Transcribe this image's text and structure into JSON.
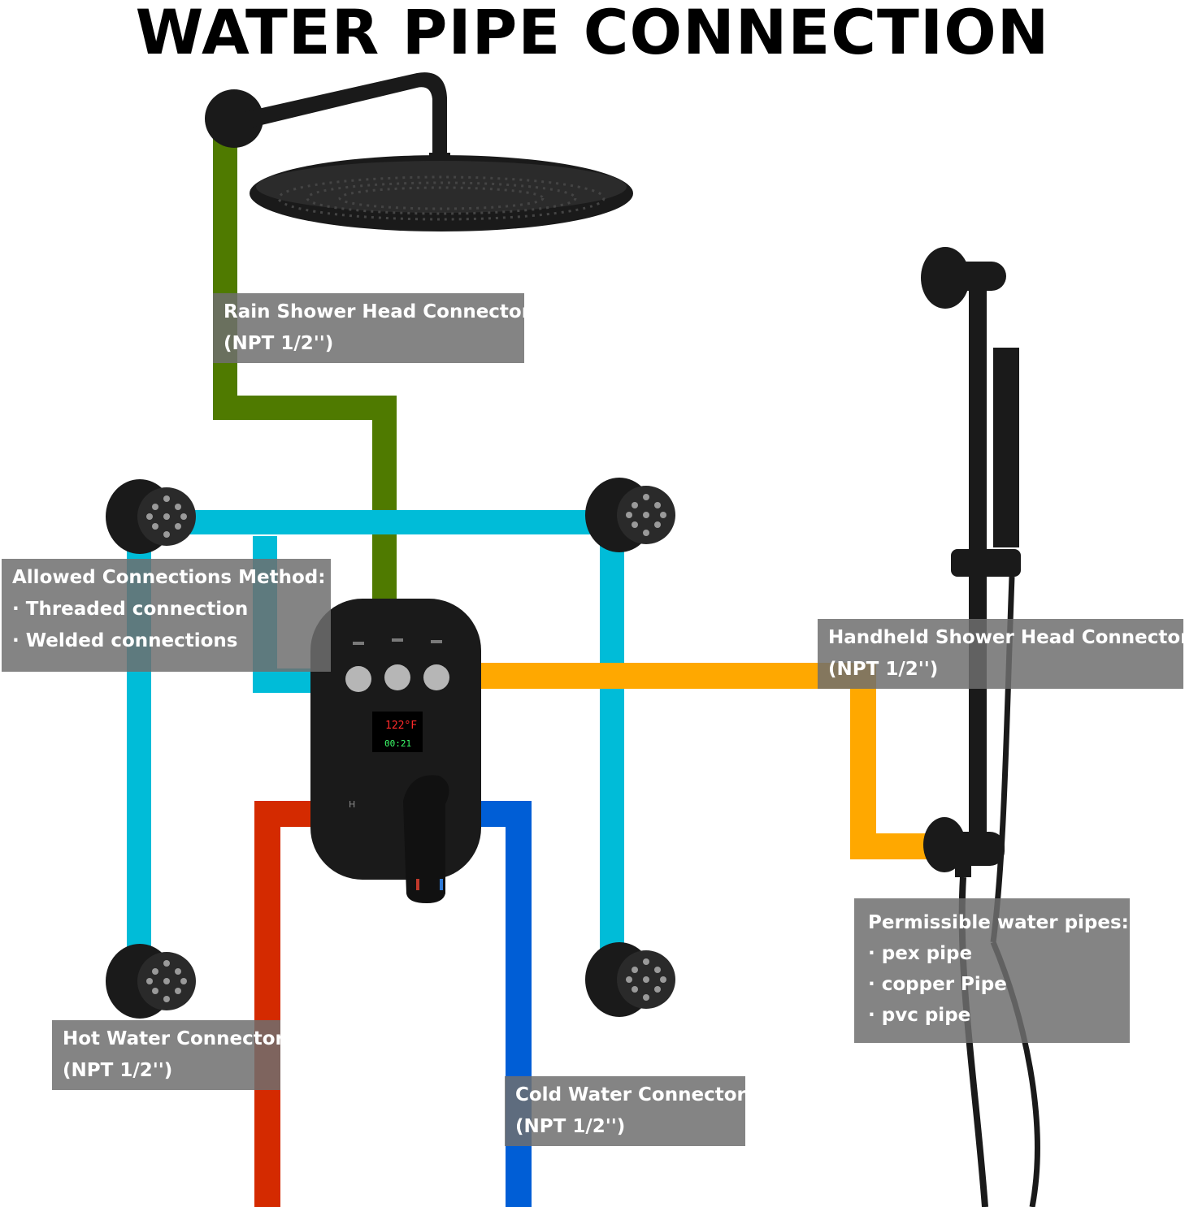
{
  "title": "WATER PIPE CONNECTION",
  "labels": {
    "rain": {
      "line1": "Rain Shower Head Connector",
      "line2": "(NPT 1/2'')"
    },
    "methods": {
      "heading": "Allowed Connections Method:",
      "items": [
        "Threaded connection",
        "Welded connections"
      ]
    },
    "handheld": {
      "line1": "Handheld Shower Head Connector",
      "line2": "(NPT 1/2'')"
    },
    "pipes": {
      "heading": "Permissible water pipes:",
      "items": [
        "pex pipe",
        "copper Pipe",
        "pvc pipe"
      ]
    },
    "hot": {
      "line1": "Hot Water Connector",
      "line2": "(NPT 1/2'')"
    },
    "cold": {
      "line1": "Cold Water Connector",
      "line2": "(NPT 1/2'')"
    }
  },
  "valve": {
    "display_temp": "122°F",
    "display_time": "00:21",
    "hot_mark": "H"
  },
  "colors": {
    "rain_pipe": "#4f7a00",
    "body_jet_pipe": "#00bcd8",
    "handheld_pipe": "#ffa800",
    "hot_pipe": "#d42a00",
    "cold_pipe": "#005ed6",
    "fixture": "#1a1a1a"
  }
}
